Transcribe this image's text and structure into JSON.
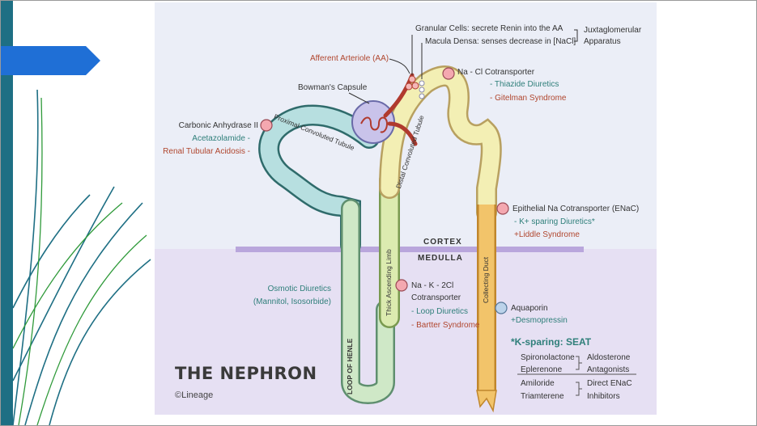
{
  "colors": {
    "accent_blue": "#1f6fd6",
    "band_teal": "#1e6f84",
    "label_teal": "#2f7f7a",
    "label_red": "#b0462e",
    "medulla_purple": "#b9a6dc"
  },
  "diagram": {
    "title": "THE NEPHRON",
    "credit": "©Lineage",
    "zones": {
      "cortex": "CORTEX",
      "medulla": "MEDULLA"
    },
    "segments": {
      "pct": "Proximal Convoluted Tubule",
      "dct": "Distal Convoluted Tubule",
      "loop": "LOOP OF HENLE",
      "thick": "Thick Ascending Limb",
      "cd": "Collecting Duct"
    },
    "jga": {
      "granular": "Granular Cells: secrete Renin into the AA",
      "macula": "Macula Densa: senses decrease in [NaCl]",
      "name_line1": "Juxtaglomerular",
      "name_line2": "Apparatus"
    },
    "afferent": "Afferent Arteriole (AA)",
    "bowman": "Bowman's Capsule",
    "carbonic": {
      "name": "Carbonic Anhydrase II",
      "drug": "Acetazolamide -",
      "disease": "Renal Tubular Acidosis -"
    },
    "nacl": {
      "name": "Na - Cl Cotransporter",
      "drug": "- Thiazide Diuretics",
      "disease": "- Gitelman Syndrome"
    },
    "enac": {
      "name": "Epithelial Na Cotransporter (ENaC)",
      "drug": "- K+ sparing Diuretics*",
      "disease": "+Liddle Syndrome"
    },
    "nkcc": {
      "name": "Na - K - 2Cl",
      "name2": "Cotransporter",
      "drug": "- Loop Diuretics",
      "disease": "- Bartter Syndrome"
    },
    "osmotic": {
      "line1": "Osmotic Diuretics",
      "line2": "(Mannitol, Isosorbide)"
    },
    "aquaporin": {
      "name": "Aquaporin",
      "drug": "+Desmopressin"
    },
    "seat": {
      "title": "*K-sparing: SEAT",
      "spiro": "Spironolactone",
      "eple": "Eplerenone",
      "amil": "Amiloride",
      "triam": "Triamterene",
      "aldo1": "Aldosterone",
      "aldo2": "Antagonists",
      "enac1": "Direct ENaC",
      "enac2": "Inhibitors"
    }
  }
}
